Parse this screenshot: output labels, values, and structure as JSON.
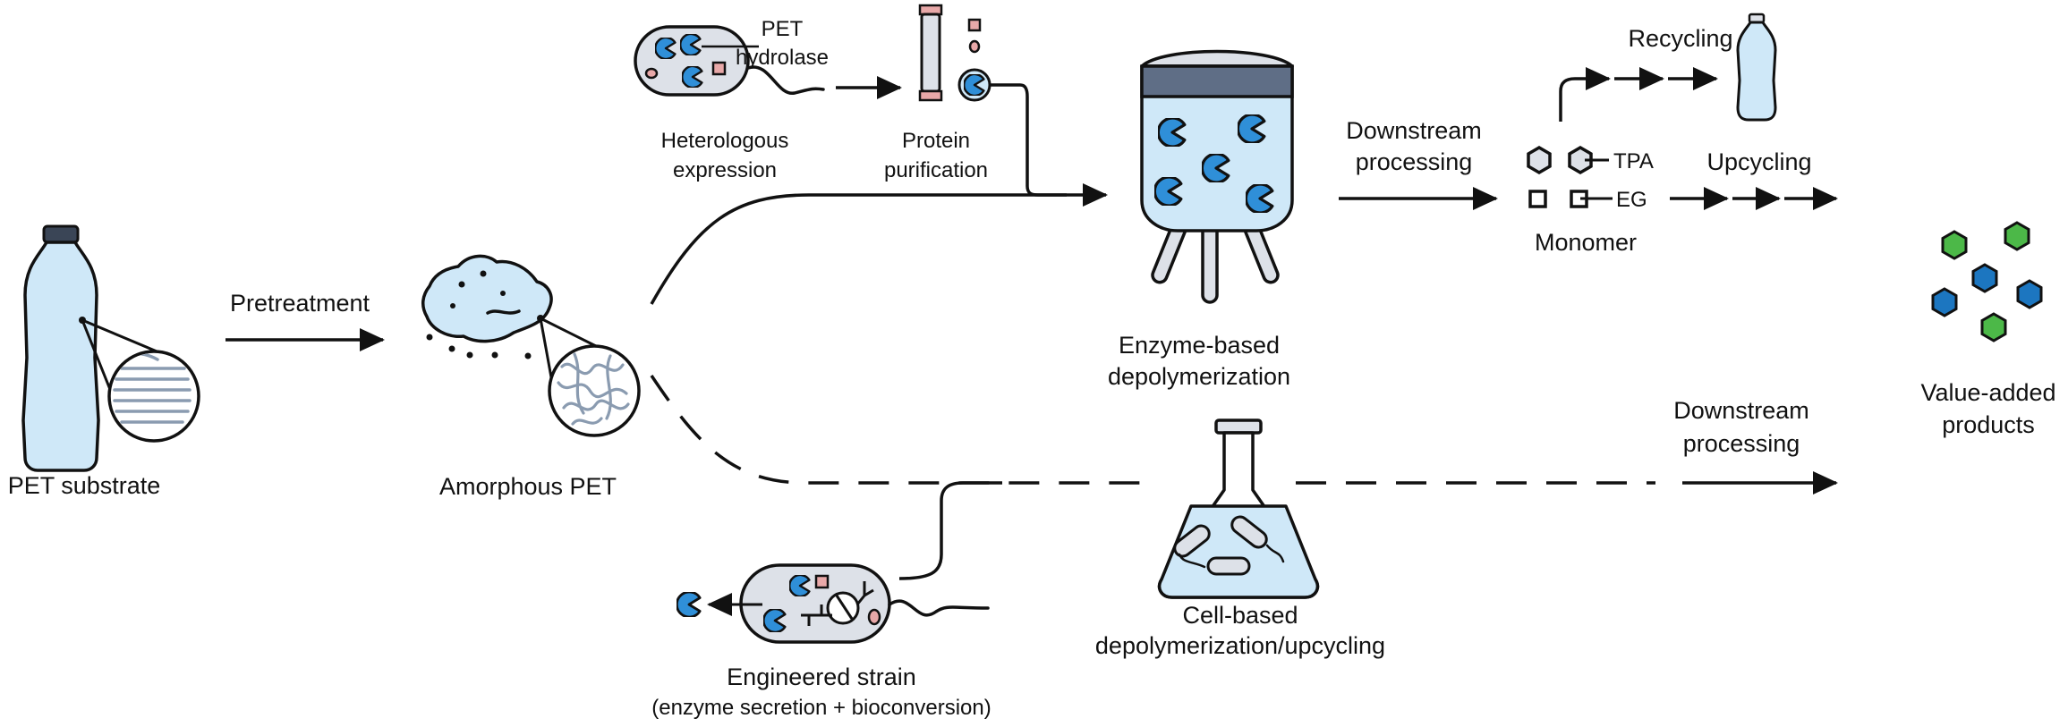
{
  "labels": {
    "pet_substrate": "PET substrate",
    "pretreatment": "Pretreatment",
    "amorphous_pet": "Amorphous PET",
    "pet_hydrolase_line1": "PET",
    "pet_hydrolase_line2": "hydrolase",
    "heterologous_line1": "Heterologous",
    "heterologous_line2": "expression",
    "protein_line1": "Protein",
    "protein_line2": "purification",
    "enzyme_line1": "Enzyme-based",
    "enzyme_line2": "depolymerization",
    "downstream1_line1": "Downstream",
    "downstream1_line2": "processing",
    "recycling": "Recycling",
    "upcycling": "Upcycling",
    "tpa": "TPA",
    "eg": "EG",
    "monomer": "Monomer",
    "value_line1": "Value-added",
    "value_line2": "products",
    "downstream2_line1": "Downstream",
    "downstream2_line2": "processing",
    "cell_line1": "Cell-based",
    "cell_line2": "depolymerization/upcycling",
    "engineered_line1": "Engineered strain",
    "engineered_line2": "(enzyme secretion + bioconversion)"
  },
  "colors": {
    "stroke": "#111111",
    "light_blue": "#cfe8f8",
    "cell_grey": "#dde1e8",
    "enzyme_blue": "#2f8fd8",
    "fiber": "#8a9bb0",
    "lid": "#5f6e86",
    "hex_green": "#4cb848",
    "hex_blue": "#1c76c0",
    "marker_pink": "#e8a8a8"
  },
  "icons": {
    "bottle": "bottle-icon",
    "enzyme": "pacman-enzyme-icon",
    "reactor": "bioreactor-icon",
    "flask": "erlenmeyer-flask-icon",
    "column": "chromatography-column-icon",
    "cell": "bacterial-cell-icon"
  }
}
